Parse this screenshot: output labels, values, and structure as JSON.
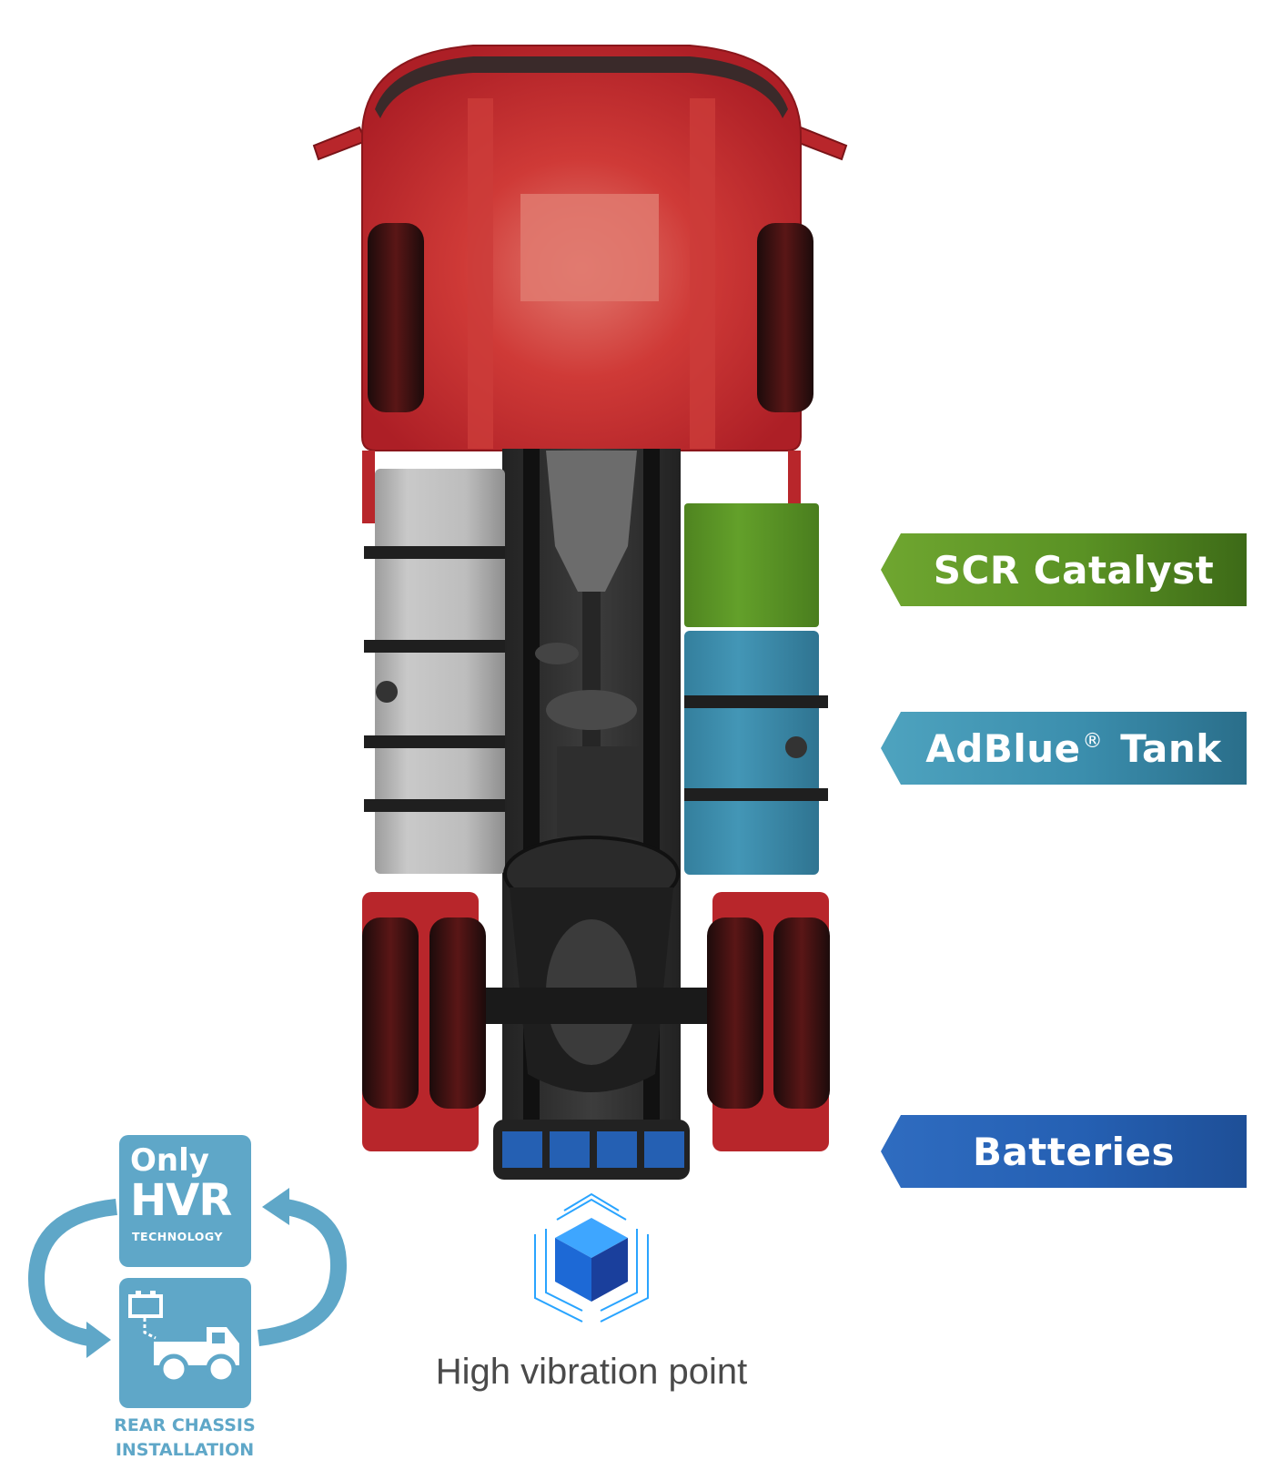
{
  "labels": {
    "scr": "SCR Catalyst",
    "adblue_main": "AdBlue",
    "adblue_reg": "®",
    "adblue_tank": " Tank",
    "batteries": "Batteries"
  },
  "vibration": {
    "caption": "High vibration point",
    "icon": "cube-icon"
  },
  "badge": {
    "only": "Only",
    "hvr": "HVR",
    "technology": "TECHNOLOGY",
    "rear_line1": "REAR CHASSIS",
    "rear_line2": "INSTALLATION",
    "truck_icon": "truck-icon",
    "cycle_icon": "cycle-arrows-icon"
  },
  "colors": {
    "cab_red": "#b8262b",
    "scr_green": "#5a9224",
    "adblue_blue": "#3b8ead",
    "battery_blue": "#2560b3",
    "badge_blue": "#5fa7c8",
    "fuel_tank_grey": "#b5b5b5"
  }
}
